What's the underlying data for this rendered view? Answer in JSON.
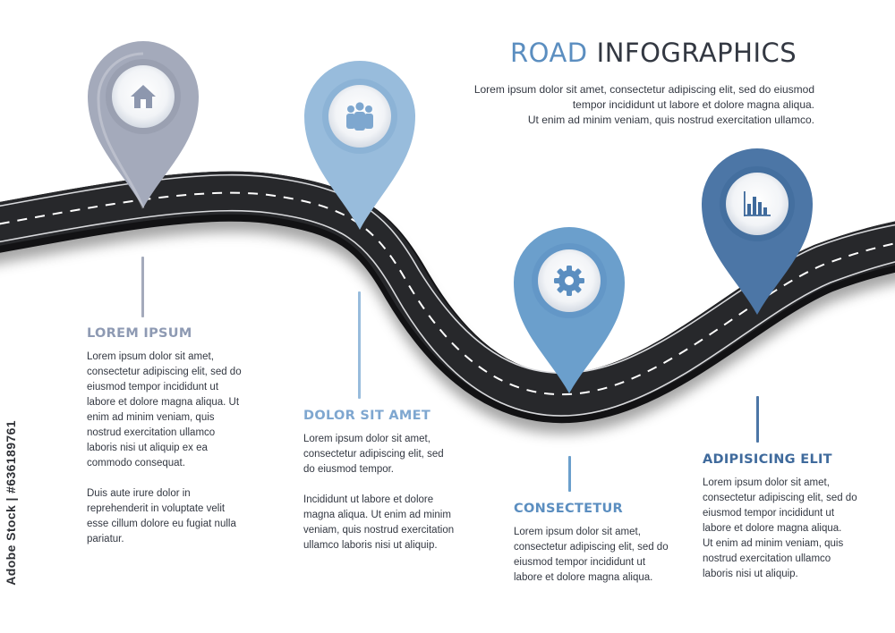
{
  "header": {
    "title_word_1": "ROAD",
    "title_word_2": "INFOGRAPHICS",
    "intro_lines": [
      "Lorem ipsum dolor sit amet, consectetur adipiscing elit, sed do eiusmod",
      "tempor incididunt ut labore et dolore magna aliqua.",
      "Ut enim ad minim veniam, quis nostrud exercitation ullamco."
    ]
  },
  "colors": {
    "accent_title": "#5b8ec0",
    "dark_text": "#333842",
    "road": "#27282b",
    "road_marking": "#ffffff"
  },
  "milestones": [
    {
      "icon": "home-icon",
      "pin_color": "#a4aabb",
      "heading_color": "#8e9ab3",
      "heading": "LOREM IPSUM",
      "paragraphs": [
        "Lorem ipsum dolor sit amet, consectetur adipiscing elit, sed do eiusmod tempor incididunt ut labore et dolore magna aliqua. Ut enim ad minim veniam, quis nostrud exercitation ullamco laboris nisi ut aliquip ex ea commodo consequat.",
        "Duis aute irure dolor in reprehenderit in voluptate velit esse cillum dolore eu fugiat nulla pariatur."
      ]
    },
    {
      "icon": "team-icon",
      "pin_color": "#98bcdc",
      "heading_color": "#7fa7d0",
      "heading": "DOLOR SIT AMET",
      "paragraphs": [
        "Lorem ipsum dolor sit amet, consectetur adipiscing elit, sed do eiusmod tempor.",
        "Incididunt ut labore et dolore magna aliqua. Ut enim ad minim veniam, quis nostrud exercitation ullamco laboris nisi ut aliquip."
      ]
    },
    {
      "icon": "gear-icon",
      "pin_color": "#6b9fcc",
      "heading_color": "#5b8ec0",
      "heading": "CONSECTETUR",
      "paragraphs": [
        "Lorem ipsum dolor sit amet, consectetur adipiscing elit, sed do eiusmod tempor incididunt ut labore et dolore magna aliqua."
      ]
    },
    {
      "icon": "bar-chart-icon",
      "pin_color": "#4c76a6",
      "heading_color": "#3f6a9c",
      "heading": "ADIPISICING ELIT",
      "paragraphs": [
        "Lorem ipsum dolor sit amet, consectetur adipiscing elit, sed do eiusmod tempor incididunt ut labore et dolore magna aliqua.",
        "Ut enim ad minim veniam, quis nostrud exercitation ullamco laboris nisi ut aliquip."
      ]
    }
  ],
  "watermark": "Adobe Stock | #636189761"
}
